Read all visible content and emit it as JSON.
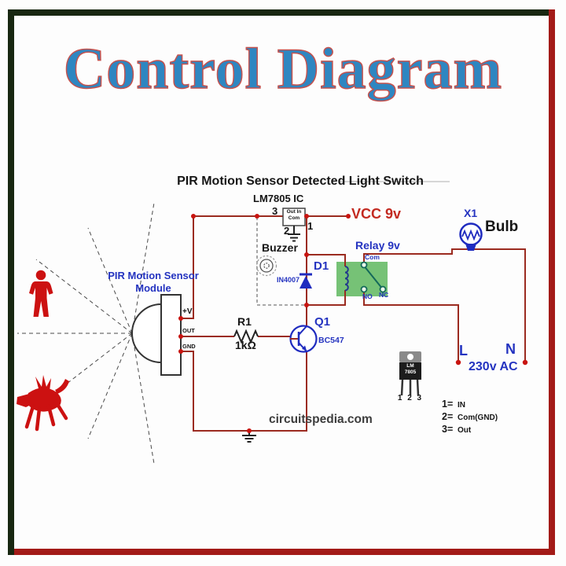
{
  "title": "Control Diagram",
  "subtitle": "PIR Motion Sensor Detected Light Switch",
  "watermark": "circuitspedia.com",
  "regulator": {
    "label": "LM7805 IC",
    "box_row1": "Out In",
    "box_row2": "Com",
    "pin_left": "3",
    "pin_right": "1",
    "pin_bottom": "2"
  },
  "vcc_label": "VCC 9v",
  "buzzer_label": "Buzzer",
  "relay": {
    "label": "Relay 9v",
    "com": "Com",
    "no": "NO",
    "nc": "NC"
  },
  "diode": {
    "ref": "D1",
    "part": "IN4007"
  },
  "resistor": {
    "ref": "R1",
    "value": "1kΩ"
  },
  "transistor": {
    "ref": "Q1",
    "part": "BC547"
  },
  "bulb": {
    "ref": "X1",
    "label": "Bulb"
  },
  "mains": {
    "live": "L",
    "neutral": "N",
    "voltage": "230v AC"
  },
  "pir_module": {
    "name_line1": "PIR Motion Sensor",
    "name_line2": "Module",
    "pin_v": "+V",
    "pin_out": "OUT",
    "pin_gnd": "GND"
  },
  "package": {
    "line1": "LM",
    "line2": "7805",
    "pin_numbers": "1 2 3"
  },
  "legend": {
    "rows": [
      {
        "num": "1=",
        "label": "IN"
      },
      {
        "num": "2=",
        "label": "Com(GND)"
      },
      {
        "num": "3=",
        "label": "Out"
      }
    ]
  },
  "colors": {
    "frame_green": "#182711",
    "frame_red": "#a31b18",
    "wire": "#9b2b20",
    "component_blue": "#1f2bbf",
    "label_blue": "#2433c0",
    "vcc_red": "#c32a21",
    "relay_green": "#76c276",
    "figure_red": "#cc1111",
    "title_blue": "#2e86c1",
    "title_outline": "#c4524e"
  }
}
